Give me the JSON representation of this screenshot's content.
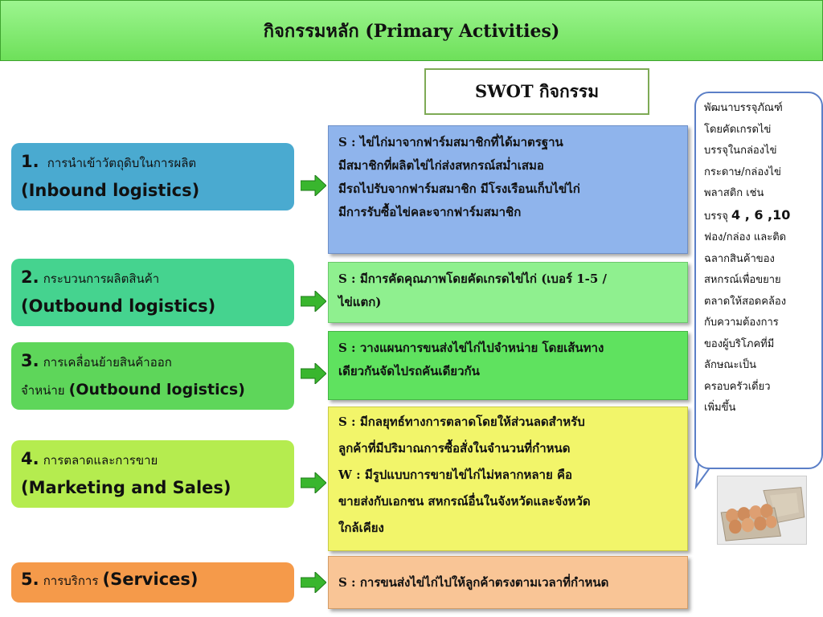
{
  "header": {
    "title": "กิจกรรมหลัก (Primary Activities)"
  },
  "swot_label": "SWOT กิจกรรม",
  "activities": [
    {
      "num": "1.",
      "th": "การนำเข้าวัตถุดิบในการผลิต",
      "en": "(Inbound  logistics)"
    },
    {
      "num": "2.",
      "th": "กระบวนการผลิตสินค้า",
      "en": "(Outbound  logistics)"
    },
    {
      "num": "3.",
      "th_line1": "การเคลื่อนย้ายสินค้าออก",
      "th_line2": "จำหน่าย",
      "en": "(Outbound logistics)"
    },
    {
      "num": "4.",
      "th": "การตลาดและการขาย",
      "en": "(Marketing and Sales)"
    },
    {
      "num": "5.",
      "th": "การบริการ",
      "en": "(Services)"
    }
  ],
  "swot": [
    {
      "lines": [
        "S :  ไข่ไก่มาจากฟาร์มสมาชิกที่ได้มาตรฐาน",
        "มีสมาชิกที่ผลิตไข่ไก่ส่งสหกรณ์สม่ำเสมอ",
        "มีรถไปรับจากฟาร์มสมาชิก มีโรงเรือนเก็บไข่ไก่",
        "มีการรับซื้อไข่คละจากฟาร์มสมาชิก"
      ]
    },
    {
      "lines": [
        "S : มีการคัดคุณภาพโดยคัดเกรดไข่ไก่ (เบอร์ 1-5 /",
        "ไข่แตก)"
      ]
    },
    {
      "lines": [
        "S : วางแผนการขนส่งไข่ไก่ไปจำหน่าย โดยเส้นทาง",
        "เดียวกันจัดไปรถคันเดียวกัน"
      ]
    },
    {
      "lines": [
        "S : มีกลยุทธ์ทางการตลาดโดยให้ส่วนลดสำหรับ",
        "ลูกค้าที่มีปริมาณการซื้อสั่งในจำนวนที่กำหนด",
        "W : มีรูปแบบการขายไข่ไก่ไม่หลากหลาย คือ",
        "ขายส่งกับเอกชน  สหกรณ์อื่นในจังหวัดและจังหวัด",
        "ใกล้เคียง"
      ]
    },
    {
      "lines": [
        "S : การขนส่งไข่ไก่ไปให้ลูกค้าตรงตามเวลาที่กำหนด"
      ]
    }
  ],
  "callout": {
    "lines_before": [
      "พัฒนาบรรจุภัณฑ์",
      "โดยคัดเกรดไข่",
      "บรรจุในกล่องไข่",
      "กระดาษ/กล่องไข่",
      "พลาสติก เช่น"
    ],
    "pack_prefix": "บรรจุ",
    "pack_numbers": "4 , 6 ,10",
    "lines_after": [
      "ฟอง/กล่อง และติด",
      "ฉลากสินค้าของ",
      "สหกรณ์เพื่อขยาย",
      "ตลาดให้สอดคล้อง",
      "กับความต้องการ",
      "ของผู้บริโภคที่มี",
      "ลักษณะเป็น",
      "ครอบครัวเดี่ยว",
      "เพิ่มขึ้น"
    ]
  },
  "colors": {
    "act1": "#4aaad0",
    "act2": "#45d38f",
    "act3": "#5ed65a",
    "act4": "#b5ec4f",
    "act5": "#f59a4a",
    "box1": "#8fb4ec",
    "box2": "#8ff08f",
    "box3": "#5fe25f",
    "box4": "#f2f56a",
    "box5": "#f9c596",
    "arrow": "#39b62e"
  }
}
